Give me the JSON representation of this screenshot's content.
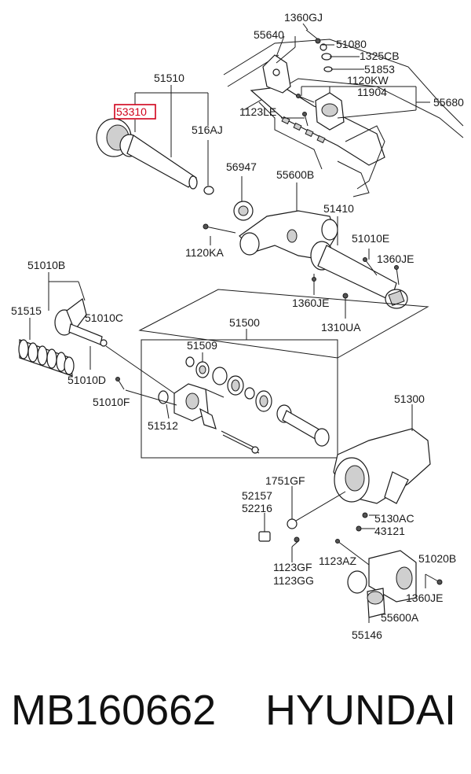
{
  "diagram": {
    "labels": {
      "l_1360GJ_top": "1360GJ",
      "l_55640": "55640",
      "l_51080": "51080",
      "l_1325CB": "1325CB",
      "l_51853": "51853",
      "l_1120KW": "1120KW",
      "l_11904": "11904",
      "l_55680": "55680",
      "l_1123LE": "1123LE",
      "l_51510": "51510",
      "l_53310": "53310",
      "l_516AJ": "516AJ",
      "l_56947": "56947",
      "l_55600B": "55600B",
      "l_51410": "51410",
      "l_1120KA": "1120KA",
      "l_51010E": "51010E",
      "l_1360JE_mid": "1360JE",
      "l_1360JE_low": "1360JE",
      "l_1310UA": "1310UA",
      "l_51010B": "51010B",
      "l_51515": "51515",
      "l_51010C": "51010C",
      "l_51500": "51500",
      "l_51509": "51509",
      "l_51010D": "51010D",
      "l_51010F": "51010F",
      "l_51512": "51512",
      "l_51300": "51300",
      "l_1751GF": "1751GF",
      "l_52157": "52157",
      "l_52216": "52216",
      "l_5130AC": "5130AC",
      "l_43121": "43121",
      "l_1123GF": "1123GF",
      "l_1123GG": "1123GG",
      "l_1123AZ": "1123AZ",
      "l_51020B": "51020B",
      "l_1360JE_bottom": "1360JE",
      "l_55600A": "55600A",
      "l_55146": "55146"
    },
    "highlight_color": "#d0021b"
  },
  "footer": {
    "part_number": "MB160662",
    "brand": "HYUNDAI"
  }
}
